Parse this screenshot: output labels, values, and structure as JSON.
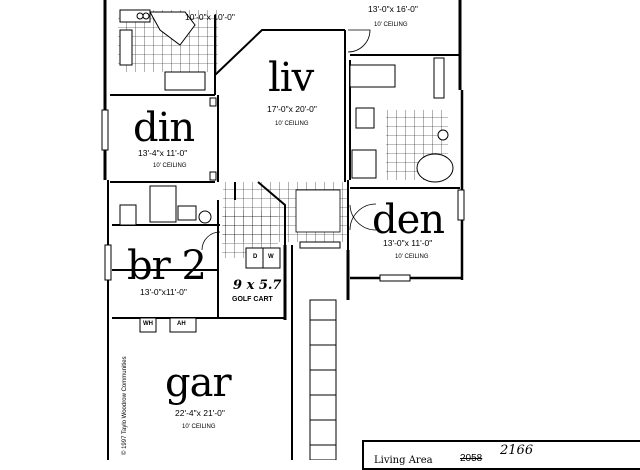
{
  "rooms": {
    "kitchen": {
      "dim": "10'-0\"x 10'-0\""
    },
    "master": {
      "dim": "13'-0\"x 16'-0\"",
      "ceiling": "10' CEILING"
    },
    "living": {
      "name": "liv",
      "dim": "17'-0\"x 20'-0\"",
      "ceiling": "10' CEILING"
    },
    "dining": {
      "name": "din",
      "dim": "13'-4\"x 11'-0\"",
      "ceiling": "10' CEILING"
    },
    "den": {
      "name": "den",
      "dim": "13'-0\"x 11'-0\"",
      "ceiling": "10' CEILING"
    },
    "bedroom2": {
      "name": "br 2",
      "dim": "13'-0\"x11'-0\""
    },
    "garage": {
      "name": "gar",
      "dim": "22'-4\"x 21'-0\"",
      "ceiling": "10' CEILING"
    }
  },
  "labels": {
    "golf_cart": "GOLF CART",
    "golf_cart_dims": "9 x 5.7",
    "washer": "W",
    "dryer": "D",
    "water_heater": "WH",
    "air_handler": "AH",
    "copyright": "© 1997 Taylo Woodrow Communities"
  },
  "area_box": {
    "label": "Living Area",
    "old_value": "2058",
    "new_value": "2166"
  }
}
